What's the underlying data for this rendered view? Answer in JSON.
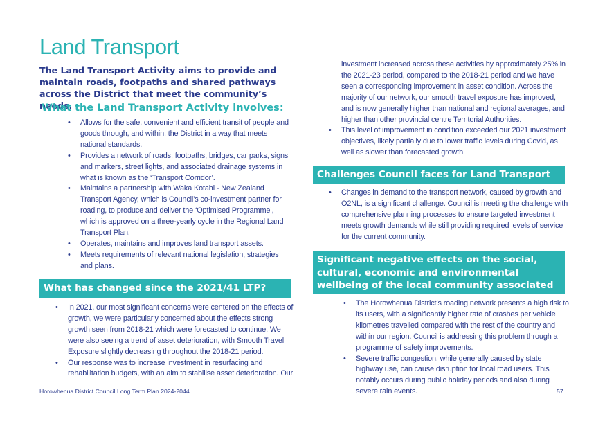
{
  "title": "Land Transport",
  "intro": "The Land Transport Activity aims to provide and maintain roads, footpaths and shared pathways across the District that meet the community’s needs.",
  "involves": {
    "heading": "What the Land Transport Activity involves:",
    "items": [
      "Allows for the safe, convenient and efficient transit of people and goods through, and within, the District in a way that meets national standards.",
      "Provides a network of roads, footpaths, bridges, car parks, signs and markers, street lights, and associated drainage systems in what is known as the ‘Transport Corridor’.",
      "Maintains a partnership with Waka Kotahi - New Zealand Transport Agency, which is Council’s co-investment partner for roading, to produce and deliver the ‘Optimised Programme’, which is approved on a three-yearly cycle in the Regional Land Transport Plan.",
      "Operates, maintains and improves land transport assets.",
      "Meets requirements of relevant national legislation, strategies and plans."
    ]
  },
  "changed": {
    "heading": "What has changed since the 2021/41 LTP?",
    "items": [
      "In 2021, our most significant concerns were centered on the effects of growth, we were particularly concerned about the effects strong growth seen from 2018-21 which were forecasted to continue. We were also seeing a trend of asset deterioration, with Smooth Travel Exposure slightly decreasing throughout the 2018-21 period.",
      "Our response was to increase investment in resurfacing and rehabilitation budgets, with an aim to stabilise asset deterioration. Our"
    ],
    "continued_text": "investment increased across these activities by approximately 25% in the 2021-23 period, compared to the 2018-21 period and we have seen a corresponding improvement in asset condition. Across the majority of our network, our smooth travel exposure has improved, and is now generally higher than national and regional averages, and higher than other provincial centre Territorial Authorities.",
    "continued_items": [
      "This level of improvement in condition exceeded our 2021 investment objectives, likely partially due to lower traffic levels during Covid, as well as slower than forecasted growth."
    ]
  },
  "challenges": {
    "heading": "Challenges Council faces for Land Transport",
    "items": [
      "Changes in demand to the transport network, caused by growth and O2NL, is a significant challenge. Council is meeting the challenge with comprehensive planning processes to ensure targeted investment meets growth demands while still providing required levels of service for the current community."
    ]
  },
  "effects": {
    "heading": "Significant negative effects on the social, cultural, economic and environmental wellbeing of the local community associated with this Activity",
    "items": [
      "The Horowhenua District’s roading network presents a high risk to its users, with a significantly higher rate of crashes per vehicle kilometres travelled compared with the rest of the country and within our region. Council is addressing this problem through a programme of safety improvements.",
      "Severe traffic congestion, while generally caused by state highway use, can cause disruption for local road users. This notably occurs during public holiday periods and also during severe rain events."
    ]
  },
  "footer": {
    "left": "Horowhenua District Council Long Term Plan 2024-2044",
    "page_number": "57"
  },
  "colors": {
    "accent": "#2bb3b3",
    "text": "#2a3a8c",
    "band_text": "#ffffff"
  }
}
